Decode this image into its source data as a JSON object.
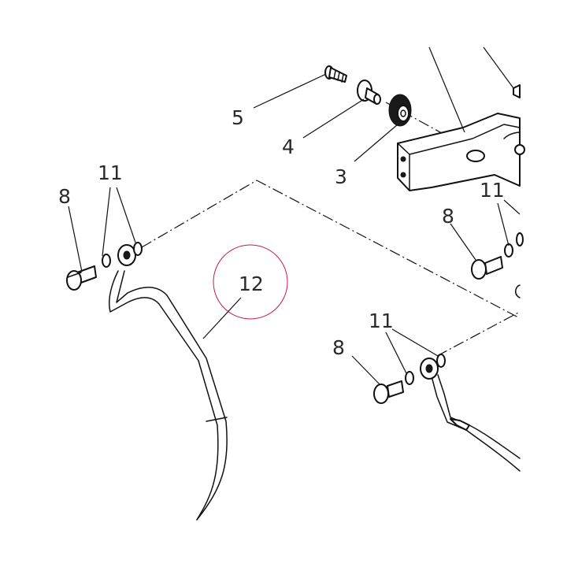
{
  "callouts": {
    "n12": "12",
    "n11_a": "11",
    "n11_b": "11",
    "n11_c": "11",
    "n8_a": "8",
    "n8_b": "8",
    "n8_c": "8",
    "n5": "5",
    "n4": "4",
    "n3": "3"
  },
  "colors": {
    "line": "#111111",
    "highlight": "#c2185b",
    "label": "#2a2a2a"
  }
}
